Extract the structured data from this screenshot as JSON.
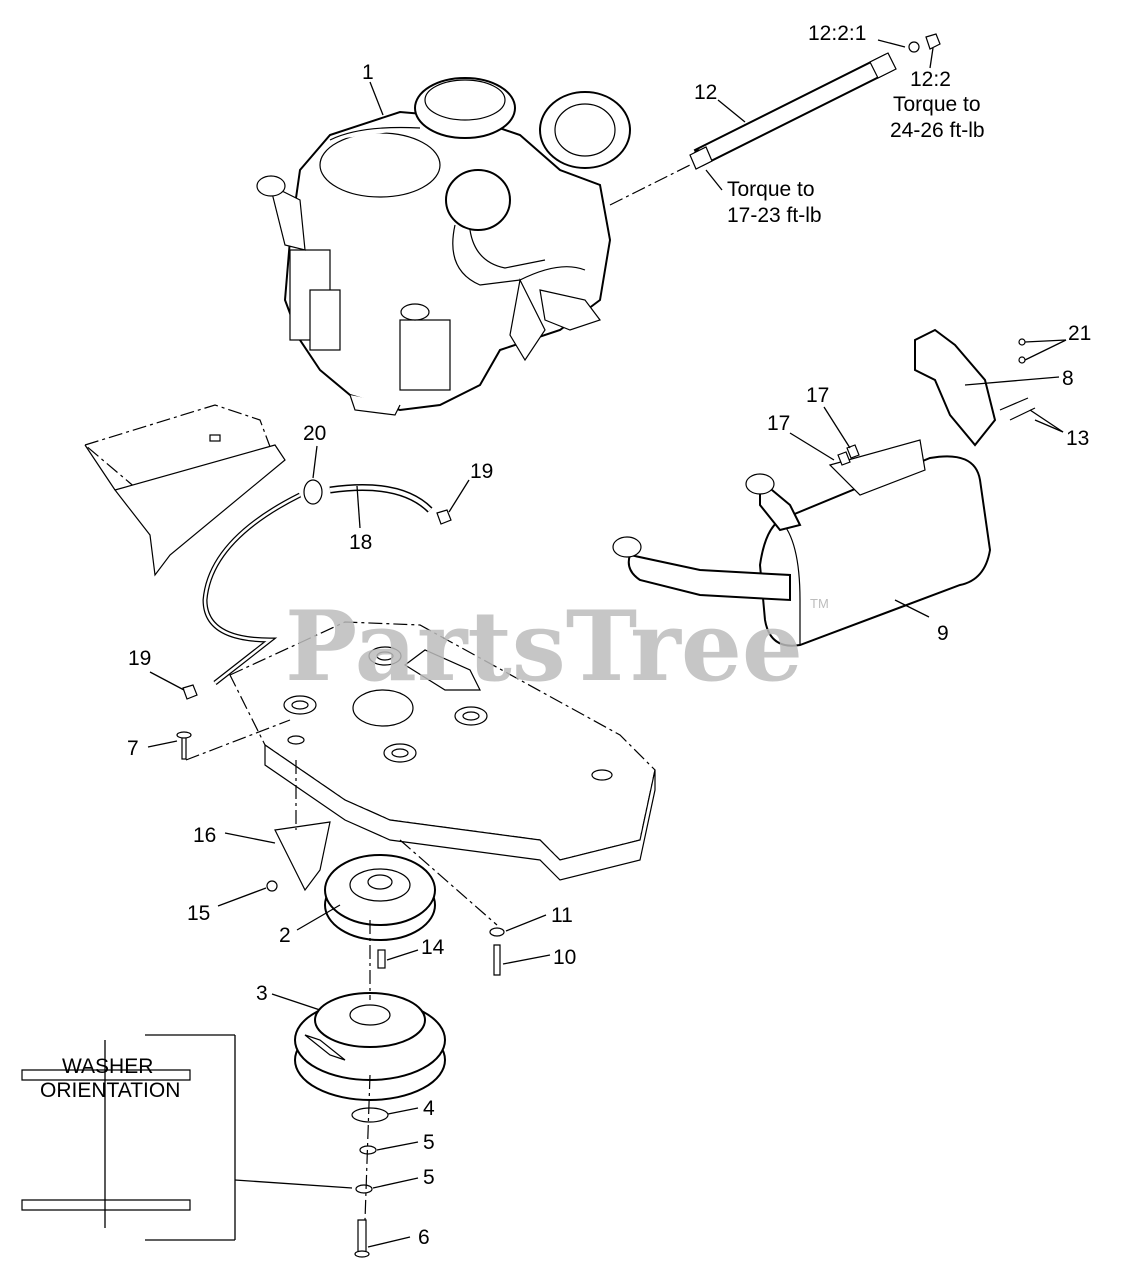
{
  "watermark": {
    "text": "PartsTree",
    "trademark": "TM"
  },
  "callouts": {
    "c1": "1",
    "c2": "2",
    "c3": "3",
    "c4": "4",
    "c5a": "5",
    "c5b": "5",
    "c6": "6",
    "c7": "7",
    "c8": "8",
    "c9": "9",
    "c10": "10",
    "c11": "11",
    "c12": "12",
    "c12_2": "12:2",
    "c12_2_1": "12:2:1",
    "c13": "13",
    "c14": "14",
    "c15": "15",
    "c16": "16",
    "c17a": "17",
    "c17b": "17",
    "c18": "18",
    "c19a": "19",
    "c19b": "19",
    "c20": "20",
    "c21": "21"
  },
  "notes": {
    "torque_top_line1": "Torque to",
    "torque_top_line2": "24-26 ft-lb",
    "torque_mid_line1": "Torque to",
    "torque_mid_line2": "17-23 ft-lb",
    "washer_line1": "WASHER",
    "washer_line2": "ORIENTATION"
  }
}
